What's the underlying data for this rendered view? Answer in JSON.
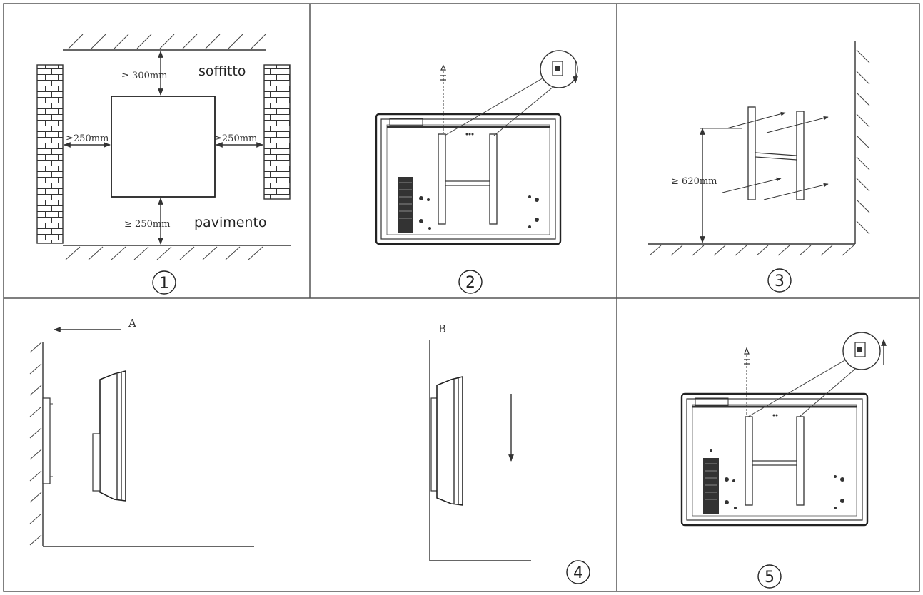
{
  "panel1": {
    "ceiling_dist": "300mm",
    "left_dist": "250mm",
    "right_dist": "250mm",
    "floor_dist": "250mm",
    "ceiling_label": "soffitto",
    "floor_label": "pavimento",
    "step": "1"
  },
  "panel2": {
    "step": "2"
  },
  "panel3": {
    "height_dist": "620mm",
    "step": "3"
  },
  "panel4": {
    "label_a": "A",
    "label_b": "B",
    "step": "4"
  },
  "panel5": {
    "step": "5"
  },
  "symbols": {
    "gte": "≥"
  }
}
